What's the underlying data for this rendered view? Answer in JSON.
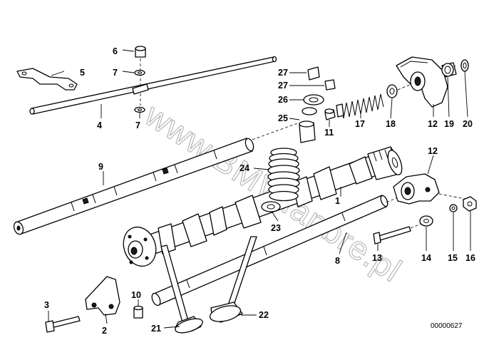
{
  "diagram": {
    "watermark": "www.BMWfanbre.pl",
    "image_code": "00000627",
    "callouts": {
      "c1": "1",
      "c2": "2",
      "c3": "3",
      "c4": "4",
      "c5": "5",
      "c6": "6",
      "c7a": "7",
      "c7b": "7",
      "c8": "8",
      "c9": "9",
      "c10": "10",
      "c11": "11",
      "c12a": "12",
      "c12b": "12",
      "c13": "13",
      "c14": "14",
      "c15": "15",
      "c16": "16",
      "c17": "17",
      "c18": "18",
      "c19": "19",
      "c20": "20",
      "c21": "21",
      "c22": "22",
      "c23": "23",
      "c24": "24",
      "c25": "25",
      "c26": "26",
      "c27a": "27",
      "c27b": "27"
    }
  }
}
